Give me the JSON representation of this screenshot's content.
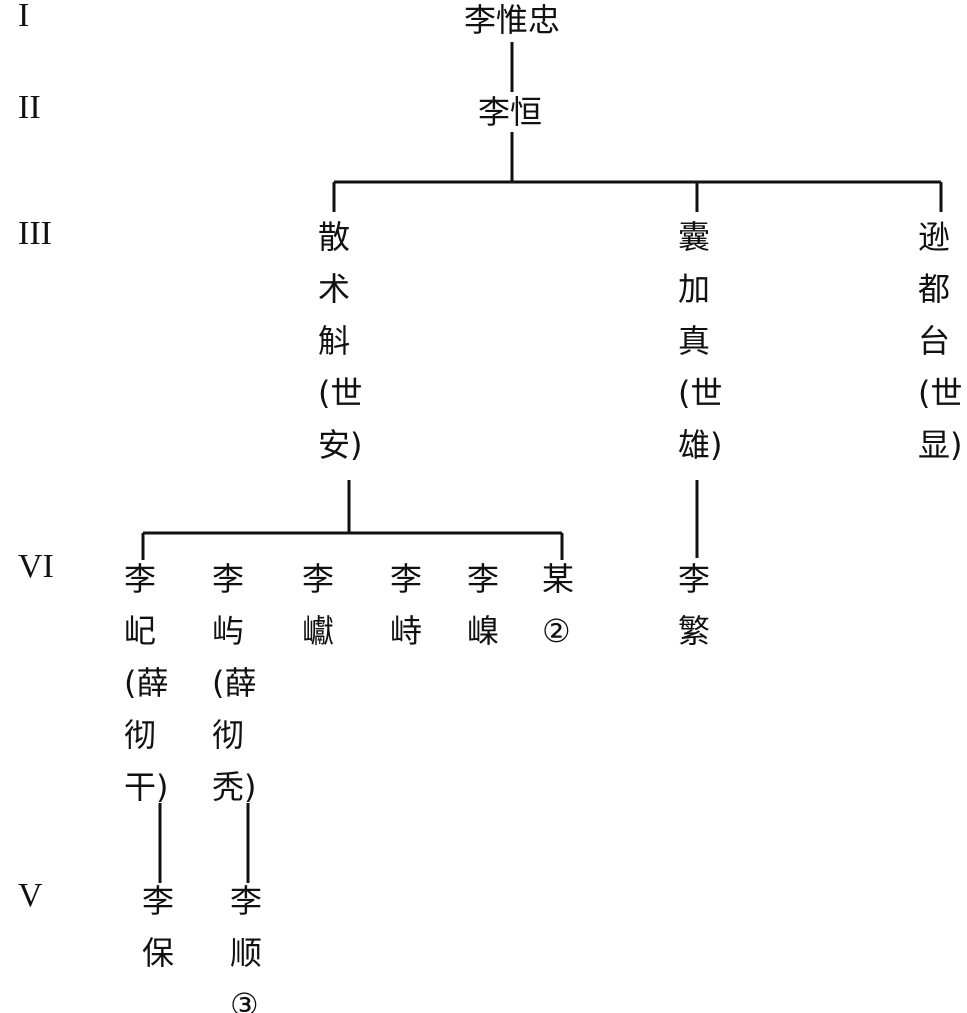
{
  "generations": [
    "I",
    "II",
    "III",
    "VI",
    "V"
  ],
  "nodes": {
    "li_weizhong": "李惟忠",
    "li_heng": "李恒",
    "san_shu_jie": "散\n术\n斛\n(世\n安)",
    "nang_jia_zhen": "囊\n加\n真\n(世\n雄)",
    "xun_du_tai": "逊\n都\n台\n(世\n显)",
    "li_qi": "李\n屺\n(薛\n彻\n干)",
    "li_yu": "李\n屿\n(薛\n彻\n秃)",
    "li_yan": "李\n巘",
    "li_zhi": "李\n峙",
    "li_die": "李\n嵲",
    "mou": "某\n②",
    "li_fan": "李\n繁",
    "li_bao": "李\n保",
    "li_shun": "李\n顺\n③"
  }
}
